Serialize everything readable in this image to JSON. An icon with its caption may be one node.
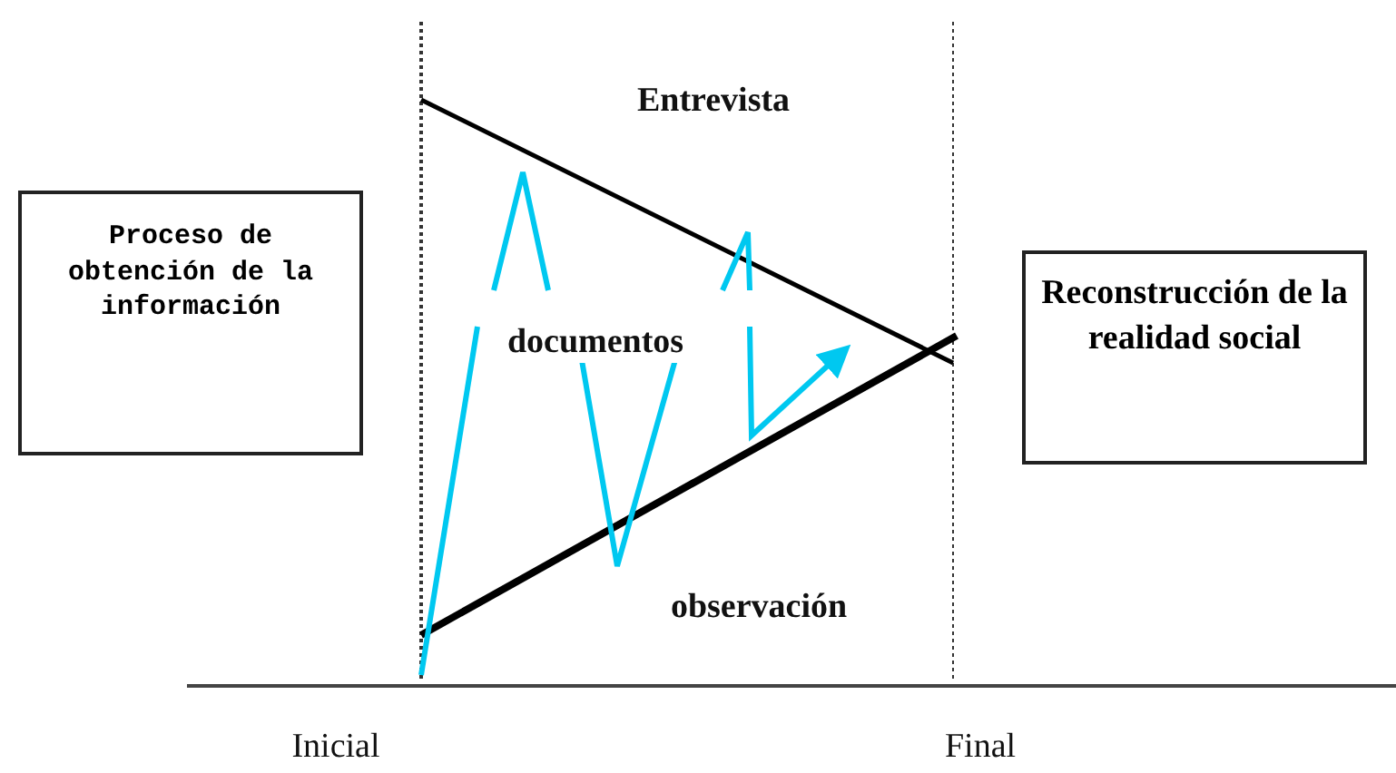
{
  "diagram": {
    "nodes": [
      {
        "text": [
          "Proceso de obtención de la información"
        ]
      },
      {
        "text": [
          "Reconstrucción de la realidad social"
        ]
      }
    ],
    "labels": [
      "Entrevista",
      "documentos",
      "observación",
      "Inicial",
      "Final"
    ]
  }
}
